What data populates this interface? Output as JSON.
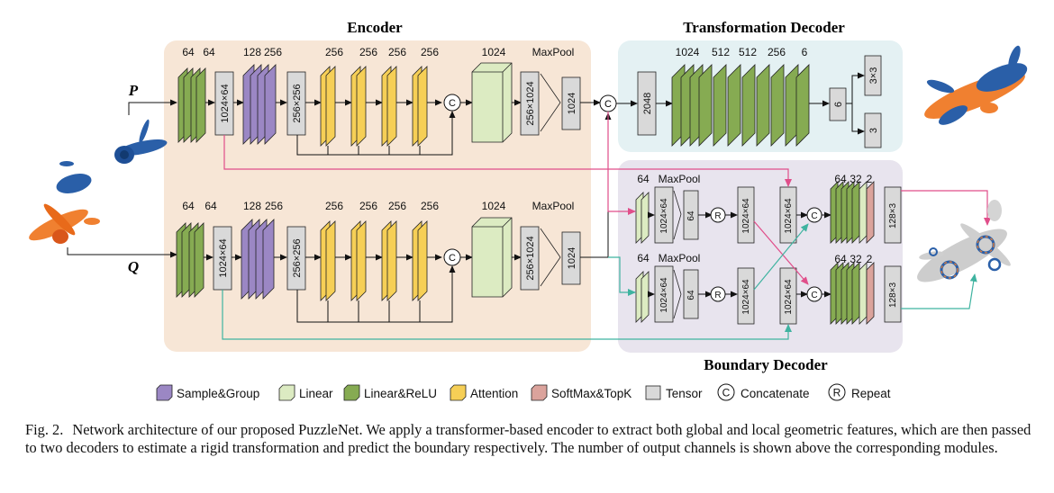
{
  "title_labels": {
    "encoder": "Encoder",
    "transformation_decoder": "Transformation Decoder",
    "boundary_decoder": "Boundary Decoder"
  },
  "inputs": {
    "p": "P",
    "q": "Q"
  },
  "encoder": {
    "top_channels": [
      "64",
      "64",
      "128",
      "256",
      "256",
      "256",
      "256",
      "256",
      "1024",
      "MaxPool"
    ],
    "tensors": {
      "t1": "1024×64",
      "t2": "256×256",
      "t3": "256×1024",
      "t4": "1024"
    }
  },
  "transformation": {
    "channels": [
      "1024",
      "512",
      "512",
      "256",
      "6"
    ],
    "tensors": {
      "in": "2048",
      "six": "6",
      "rot": "3×3",
      "trans": "3"
    }
  },
  "boundary": {
    "branch_labels": [
      "64",
      "MaxPool"
    ],
    "head_channels": [
      "64",
      "32",
      "2"
    ],
    "tensors": {
      "a": "1024×64",
      "b": "64",
      "c": "1024×64",
      "d": "1024×64",
      "out": "128×3"
    }
  },
  "symbols": {
    "concat": "C",
    "repeat": "R"
  },
  "legend": [
    {
      "label": "Sample&Group",
      "color": "#9b87c4"
    },
    {
      "label": "Linear",
      "color": "#dcebc2"
    },
    {
      "label": "Linear&ReLU",
      "color": "#86ab52"
    },
    {
      "label": "Attention",
      "color": "#f6cf56"
    },
    {
      "label": "SoftMax&TopK",
      "color": "#dba39c"
    },
    {
      "label": "Tensor",
      "color": "#d9d9d9"
    },
    {
      "label": "Concatenate",
      "symbol": "C"
    },
    {
      "label": "Repeat",
      "symbol": "R"
    }
  ],
  "caption": {
    "fig_num": "Fig. 2.",
    "text": "Network architecture of our proposed PuzzleNet. We apply a transformer-based encoder to extract both global and local geometric features, which are then passed to two decoders to estimate a rigid transformation and predict the boundary respectively. The number of output channels is shown above the corresponding modules."
  },
  "colors": {
    "encoder_bg": "#f7e6d6",
    "transform_bg": "#e4f1f3",
    "boundary_bg": "#e8e4ee",
    "pink_arrow": "#e04e8a",
    "teal_arrow": "#3fb3a0",
    "point_orange": "#f08030",
    "point_blue": "#2a5fa8"
  }
}
